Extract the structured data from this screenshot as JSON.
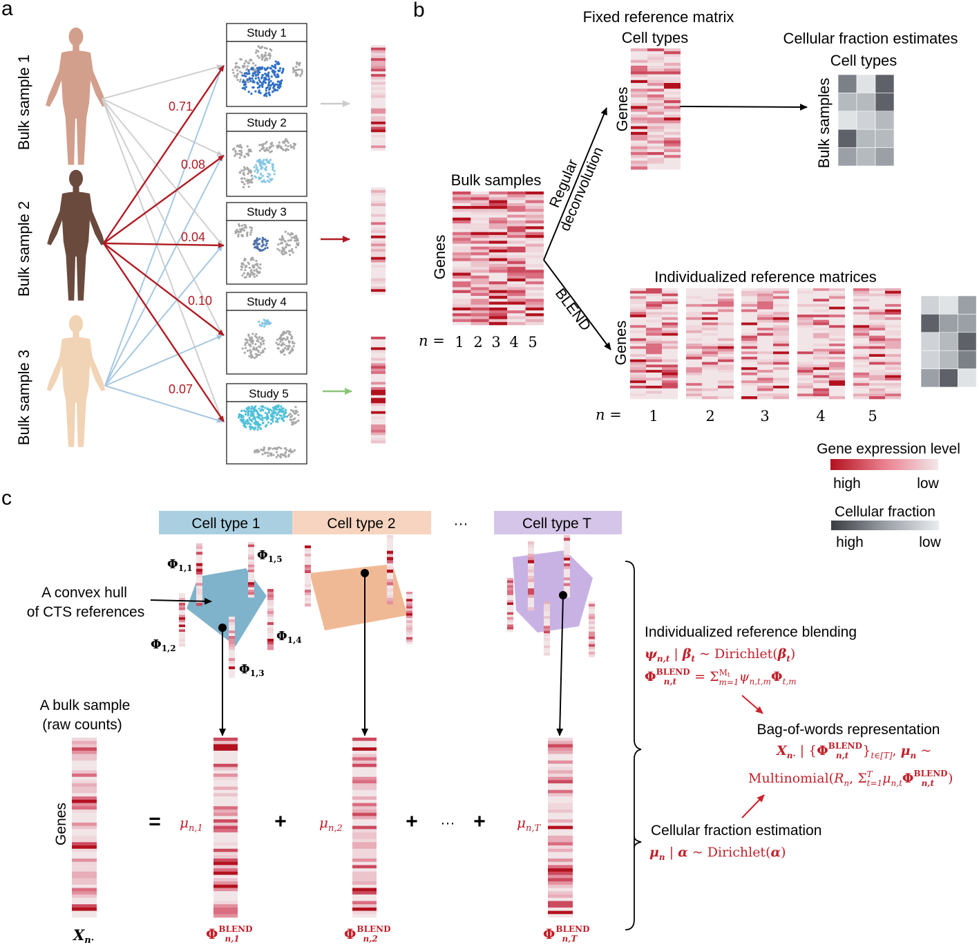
{
  "panel_a": {
    "label": "a",
    "bulk_samples": [
      "Bulk sample 1",
      "Bulk sample 2",
      "Bulk sample 3"
    ],
    "studies": [
      "Study 1",
      "Study 2",
      "Study 3",
      "Study 4",
      "Study 5"
    ],
    "weights": [
      "0.71",
      "0.08",
      "0.04",
      "0.10",
      "0.07"
    ]
  },
  "panel_b": {
    "label": "b",
    "fixed_title": "Fixed reference matrix",
    "cell_types": "Cell types",
    "fraction_title": "Cellular fraction estimates",
    "fraction_cell_types": "Cell types",
    "bulk_samples_v": "Bulk samples",
    "genes": "Genes",
    "bulk_samples_title": "Bulk samples",
    "regular_1": "Regular",
    "regular_2": "deconvolution",
    "blend": "BLEND",
    "individualized_title": "Individualized reference matrices",
    "n_eq": "n =",
    "n_values": [
      "1",
      "2",
      "3",
      "4",
      "5"
    ],
    "legend_expr_title": "Gene expression level",
    "legend_frac_title": "Cellular fraction",
    "high": "high",
    "low": "low",
    "colors": {
      "expr_high": "#b3111e",
      "expr_low": "#f2e7ea",
      "frac_high": "#3a3d42",
      "frac_low": "#eaecef"
    }
  },
  "panel_c": {
    "label": "c",
    "cell_type_1": "Cell type 1",
    "cell_type_2": "Cell type 2",
    "ellipsis": "···",
    "cell_type_T": "Cell type T",
    "convex_1": "A convex hull",
    "convex_2": "of CTS references",
    "phi_labels": [
      "Φ1,1",
      "Φ1,5",
      "Φ1,2",
      "Φ1,4",
      "Φ1,3"
    ],
    "bulk_1": "A bulk sample",
    "bulk_2": "(raw counts)",
    "genes": "Genes",
    "equals": "=",
    "plus": "+",
    "mu_1": "μn,1",
    "mu_2": "μn,2",
    "mu_T": "μn,T",
    "x_label": "Xn·",
    "phi_blend_1": "Φn,1 BLEND",
    "phi_blend_2": "Φn,2 BLEND",
    "phi_blend_T": "Φn,T BLEND",
    "ind_blend_title": "Individualized reference blending",
    "eq1": "ψn,t | βt ~ Dirichlet(βt)",
    "eq2": "Φn,t BLEND = Σ m=1..Mt ψn,t,m Φt,m",
    "bow_title": "Bag-of-words representation",
    "eq3": "Xn· | {Φn,t BLEND} t∈[T], μn ~",
    "eq4": "Multinomial(Rn, Σ t=1..T μn,t Φn,t BLEND)",
    "cfe_title": "Cellular fraction estimation",
    "eq5": "μn | α ~ Dirichlet(α)",
    "colors": {
      "ct1": "#a9cfe0",
      "ct2": "#f6d4c0",
      "ctT": "#d5c5e8",
      "hull1": "#7fb3cb",
      "hull2": "#f0b995",
      "hullT": "#c8b2e4",
      "math_red": "#c0202a"
    }
  }
}
